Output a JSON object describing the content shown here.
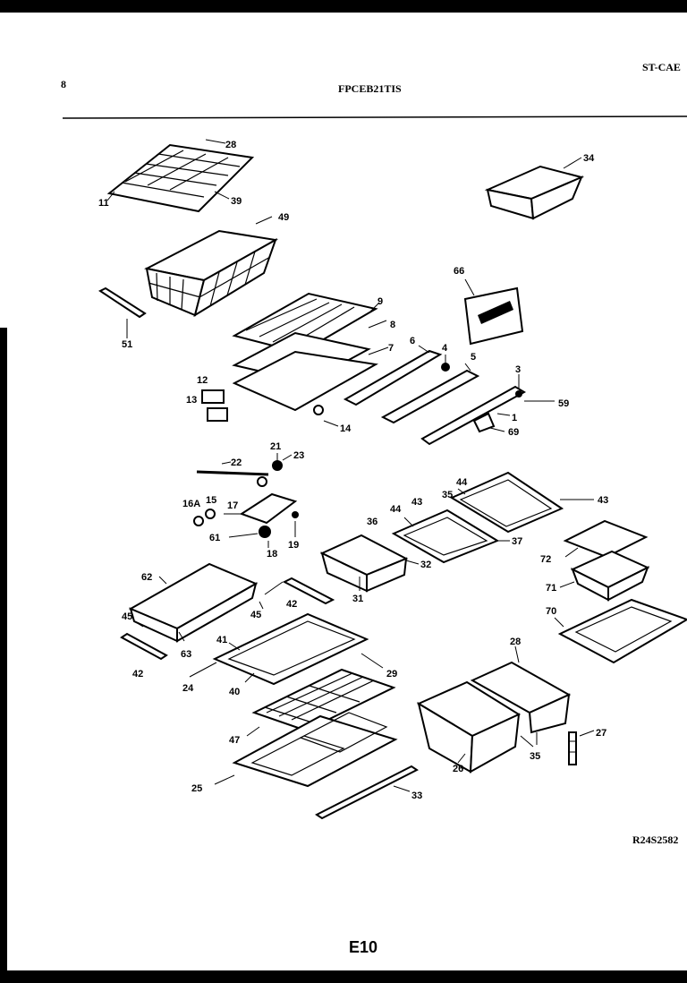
{
  "header": {
    "page_number": "8",
    "model_number": "FPCEB21TIS",
    "section_code": "ST-CAE"
  },
  "footer": {
    "page_code": "E10",
    "reference_code": "R24S2582"
  },
  "callouts": {
    "c11": "11",
    "c28a": "28",
    "c39": "39",
    "c34": "34",
    "c49": "49",
    "c51": "51",
    "c66": "66",
    "c9": "9",
    "c8": "8",
    "c7": "7",
    "c6": "6",
    "c4": "4",
    "c5": "5",
    "c3": "3",
    "c59": "59",
    "c1": "1",
    "c69": "69",
    "c12": "12",
    "c13": "13",
    "c14": "14",
    "c22": "22",
    "c21": "21",
    "c23": "23",
    "c16a": "16A",
    "c15": "15",
    "c17": "17",
    "c61": "61",
    "c18": "18",
    "c19": "19",
    "c44a": "44",
    "c35a": "35",
    "c43a": "43",
    "c36": "36",
    "c44b": "44",
    "c43b": "43",
    "c37": "37",
    "c32": "32",
    "c31": "31",
    "c72": "72",
    "c71": "71",
    "c62": "62",
    "c42a": "42",
    "c45a": "45",
    "c45b": "45",
    "c63": "63",
    "c42b": "42",
    "c70": "70",
    "c41": "41",
    "c24": "24",
    "c40": "40",
    "c29": "29",
    "c28b": "28",
    "c47": "47",
    "c25": "25",
    "c33": "33",
    "c26": "26",
    "c35b": "35",
    "c27": "27"
  }
}
